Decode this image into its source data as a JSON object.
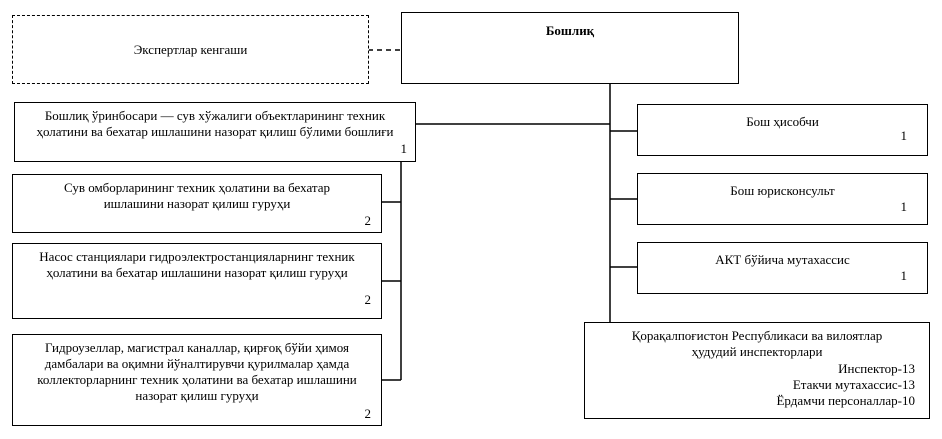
{
  "head": {
    "title": "Бошлиқ"
  },
  "experts": {
    "label": "Экспертлар кенгаши"
  },
  "deputy": {
    "line1": "Бошлиқ ўринбосари — сув хўжалиги объектларининг техник",
    "line2": "ҳолатини ва бехатар ишлашини назорат қилиш бўлими бошлиғи",
    "count": "1"
  },
  "groups": [
    {
      "line1": "Сув омборларининг техник ҳолатини ва бехатар",
      "line2": "ишлашини назорат қилиш гуруҳи",
      "count": "2"
    },
    {
      "line1": "Насос станциялари гидроэлектростанцияларнинг техник",
      "line2": "ҳолатини ва бехатар ишлашини назорат қилиш гуруҳи",
      "count": "2"
    },
    {
      "line1": "Гидроузеллар, магистрал каналлар, қирғоқ бўйи ҳимоя",
      "line2": "дамбалари ва оқимни йўналтирувчи қурилмалар ҳамда",
      "line3": "коллекторларнинг техник ҳолатини ва бехатар ишлашини",
      "line4": "назорат қилиш гуруҳи",
      "count": "2"
    }
  ],
  "staff": [
    {
      "label": "Бош ҳисобчи",
      "count": "1"
    },
    {
      "label": "Бош юрисконсульт",
      "count": "1"
    },
    {
      "label": "АКТ бўйича мутахассис",
      "count": "1"
    }
  ],
  "inspectorates": {
    "line1": "Қорақалпоғистон Республикаси ва вилоятлар",
    "line2": "ҳудудий инспекторлари",
    "inspector": "Инспектор-13",
    "lead": "Етакчи мутахассис-13",
    "assistants": "Ёрдамчи персоналлар-10"
  }
}
